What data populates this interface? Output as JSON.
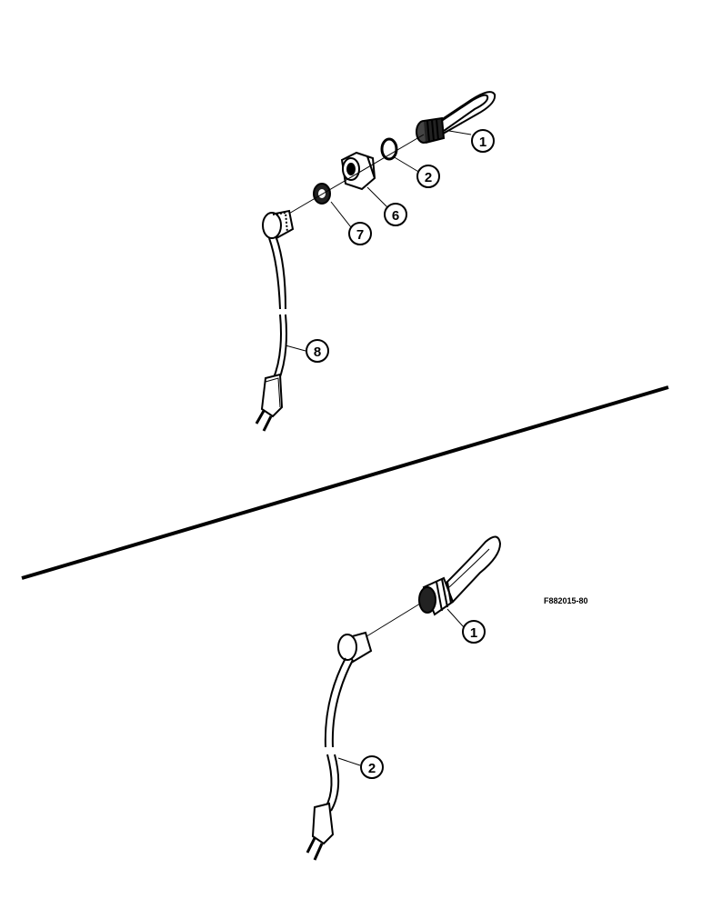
{
  "figure_id": "F882015-80",
  "upper_assembly": {
    "callouts": [
      "1",
      "2",
      "6",
      "7",
      "8"
    ]
  },
  "lower_assembly": {
    "callouts": [
      "1",
      "2"
    ]
  }
}
